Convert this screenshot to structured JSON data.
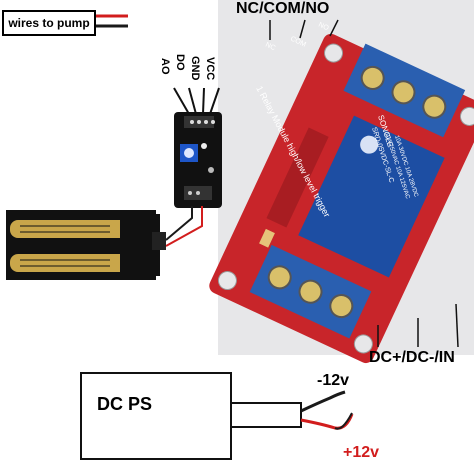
{
  "labels": {
    "relay_terminals": "NC/COM/NO",
    "power_inputs": "DC+/DC-/IN",
    "negative_voltage": "-12v",
    "positive_voltage": "+12v",
    "power_supply": "DC PS",
    "pump_wires": "wires to pump"
  },
  "sensor_pins": [
    "AO",
    "DO",
    "GND",
    "VCC"
  ],
  "relay_board": {
    "title_text": "1 Relay Module high/low level trigger",
    "relay_text_1": "SONGLE",
    "relay_text_2": "SRD-05VDC-SL-C",
    "relay_text_3": "10A 250VAC 10A 125VAC",
    "relay_text_4": "10A 30VDC 10A 28VDC",
    "terminal_top_labels": [
      "NC",
      "COM",
      "NO"
    ]
  },
  "colors": {
    "relay_pcb": "#c8252a",
    "relay_cube": "#1d4ea3",
    "terminal_block": "#2a5fb0",
    "sensor_pcb": "#111111",
    "potentiometer": "#1e56c8",
    "probe_gold": "#c9a64a",
    "wire_red": "#d21d1d",
    "wire_black": "#1a1a1a",
    "plus_label": "#d21d1d"
  }
}
